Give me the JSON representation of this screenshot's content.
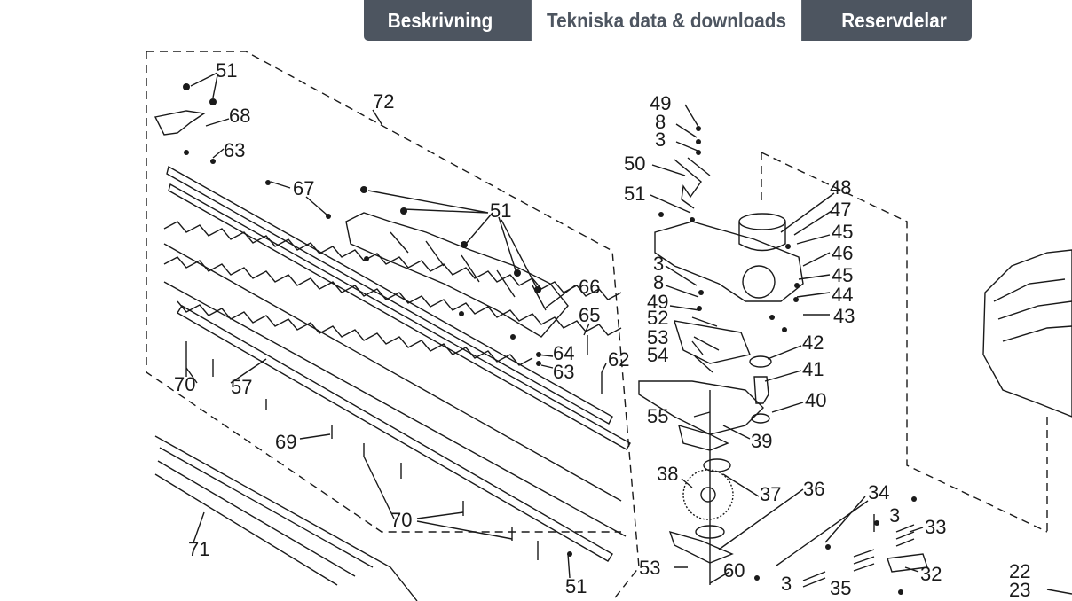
{
  "tabs": [
    {
      "label": "Beskrivning",
      "active": false
    },
    {
      "label": "Tekniska data & downloads",
      "active": true
    },
    {
      "label": "Reservdelar",
      "active": false
    }
  ],
  "colors": {
    "tab_bg": "#4d5560",
    "tab_active_bg": "#ffffff",
    "line": "#1a1a1a"
  },
  "diagram": {
    "callouts": [
      "51",
      "72",
      "68",
      "63",
      "67",
      "51",
      "66",
      "65",
      "64",
      "63",
      "62",
      "70",
      "57",
      "69",
      "70",
      "71",
      "51",
      "49",
      "8",
      "3",
      "50",
      "51",
      "48",
      "47",
      "45",
      "46",
      "45",
      "44",
      "43",
      "3",
      "8",
      "49",
      "52",
      "53",
      "42",
      "54",
      "41",
      "40",
      "55",
      "39",
      "38",
      "37",
      "36",
      "34",
      "3",
      "33",
      "32",
      "35",
      "3",
      "53",
      "60",
      "22",
      "23"
    ]
  }
}
